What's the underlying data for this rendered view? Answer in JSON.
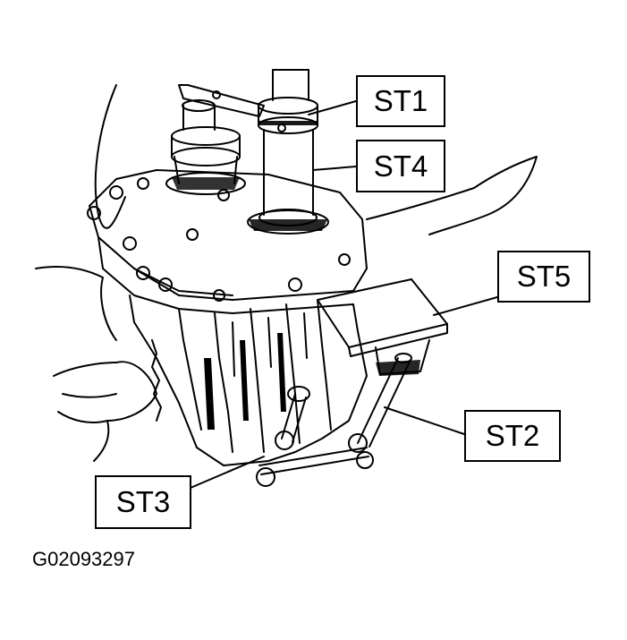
{
  "callouts": {
    "st1": "ST1",
    "st4": "ST4",
    "st5": "ST5",
    "st2": "ST2",
    "st3": "ST3"
  },
  "figure_code": "G02093297",
  "colors": {
    "ink": "#000000",
    "paper": "#ffffff",
    "shade": "#5a5a5a"
  }
}
